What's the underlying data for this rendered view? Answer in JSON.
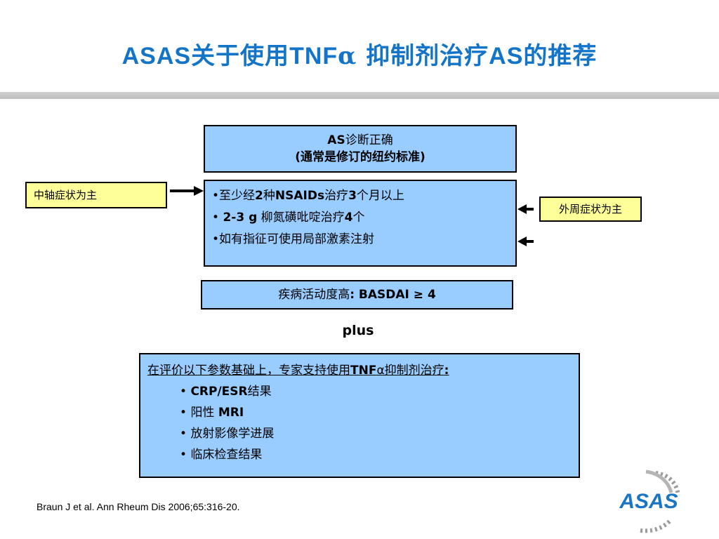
{
  "title": {
    "prefix": "ASAS",
    "part1": "关于使用",
    "tnf": "TNF",
    "alpha": "α",
    "part2": " 抑制剂治疗",
    "as": "AS",
    "part3": "的推荐"
  },
  "diagnosis": {
    "line1_bold": "AS",
    "line1_rest": "诊断正确",
    "line2": "(通常是修订的纽约标准)"
  },
  "treatment": {
    "item1": {
      "a": "•至少经",
      "b": "2",
      "c": "种",
      "d": "NSAIDs",
      "e": "治疗",
      "f": "3",
      "g": "个月以上"
    },
    "item2": {
      "a": "• ",
      "b": "2-3 g",
      "c": " 柳氮磺吡啶治疗",
      "d": "4",
      "e": "个"
    },
    "item3": "•如有指征可使用局部激素注射"
  },
  "axial_label": "中轴症状为主",
  "peripheral_label": "外周症状为主",
  "basdai": {
    "prefix": "疾病活动度高",
    "bold": ": BASDAI ≥ 4"
  },
  "plus": "plus",
  "evaluation": {
    "header_a": "在评价以下参数基础上，专家支持使用",
    "header_tnf": "TNF",
    "header_alpha": "α",
    "header_b": "抑制剂治疗",
    "header_colon": ":",
    "items": [
      {
        "bullet": "• ",
        "bold": "CRP/ESR",
        "rest": "结果"
      },
      {
        "bullet": "• ",
        "rest0": "阳性 ",
        "bold": "MRI"
      },
      {
        "bullet": "• ",
        "rest": "放射影像学进展"
      },
      {
        "bullet": "• ",
        "rest": "临床检查结果"
      }
    ]
  },
  "citation": "Braun J et al. Ann Rheum Dis 2006;65:316-20.",
  "logo_text": "ASAS",
  "colors": {
    "title": "#1475c8",
    "box_blue": "#99ccff",
    "box_yellow": "#ffff99",
    "rule": "#c8c8c8"
  }
}
